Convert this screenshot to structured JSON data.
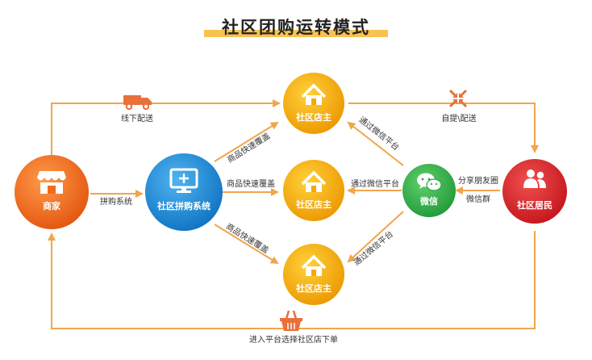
{
  "title": "社区团购运转模式",
  "nodes": {
    "merchant": "商家",
    "system": "社区拼购系统",
    "store_top": "社区店主",
    "store_mid": "社区店主",
    "store_bottom": "社区店主",
    "wechat": "微信",
    "residents": "社区居民"
  },
  "edges": {
    "offline_delivery": "线下配送",
    "self_pickup": "自提\\配送",
    "group_system": "拼购系统",
    "cover_top": "商品快速覆盖",
    "cover_mid": "商品快速覆盖",
    "cover_bottom": "商品快速覆盖",
    "via_wechat_top": "通过微信平台",
    "via_wechat_mid": "通过微信平台",
    "via_wechat_bottom": "通过微信平台",
    "share_circle": "分享朋友圈",
    "wechat_group": "微信群",
    "place_order": "进入平台选择社区店下单"
  },
  "icons": {
    "truck": "truck-icon",
    "inward_arrows": "inward-arrows-icon",
    "shop": "storefront-icon",
    "monitor": "monitor-icon",
    "house": "house-icon",
    "chat": "wechat-icon",
    "people": "people-icon",
    "basket": "basket-icon"
  },
  "colors": {
    "merchant": "#f26a1b",
    "system": "#1e8fd8",
    "store": "#f5a800",
    "wechat": "#36b34a",
    "residents": "#d8252a",
    "arrow": "#f0a64b",
    "title_bar": "#f7b731"
  }
}
